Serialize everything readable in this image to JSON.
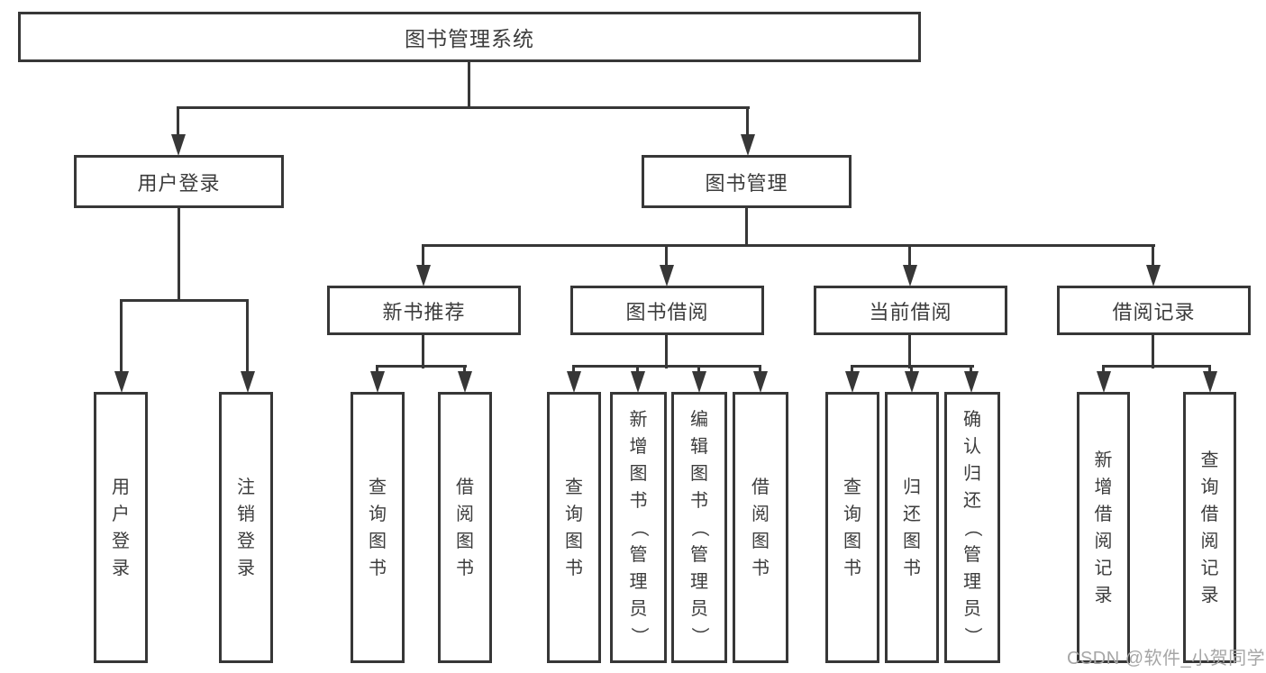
{
  "diagram": {
    "root": {
      "label": "图书管理系统"
    },
    "branch_user": {
      "label": "用户登录",
      "leaves": [
        "用户登录",
        "注销登录"
      ]
    },
    "branch_book": {
      "label": "图书管理",
      "groups": [
        {
          "label": "新书推荐",
          "leaves": [
            "查询图书",
            "借阅图书"
          ]
        },
        {
          "label": "图书借阅",
          "leaves": [
            "查询图书",
            "新增图书（管理员）",
            "编辑图书（管理员）",
            "借阅图书"
          ]
        },
        {
          "label": "当前借阅",
          "leaves": [
            "查询图书",
            "归还图书",
            "确认归还（管理员）"
          ]
        },
        {
          "label": "借阅记录",
          "leaves": [
            "新增借阅记录",
            "查询借阅记录"
          ]
        }
      ]
    }
  },
  "watermark": "CSDN @软件_小贺同学",
  "colors": {
    "line": "#373737",
    "text": "#3c3c3c",
    "watermark": "#a6a6a6",
    "background": "#ffffff"
  }
}
